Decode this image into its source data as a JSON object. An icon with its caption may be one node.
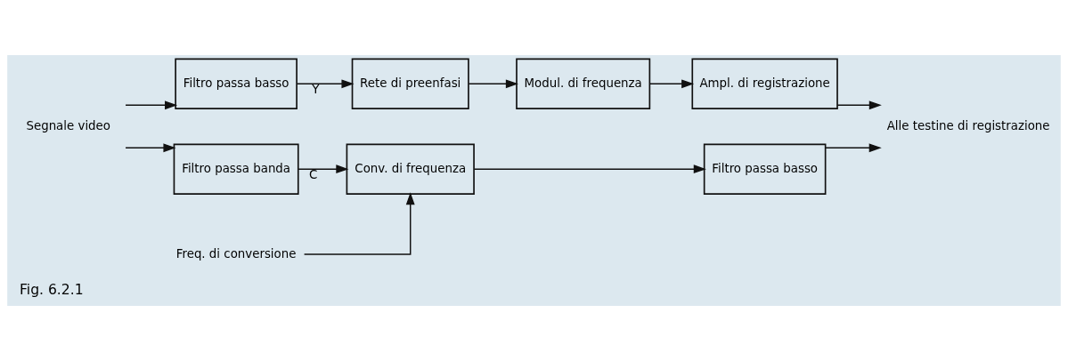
{
  "diagram": {
    "caption": "Fig. 6.2.1",
    "nodes": [
      {
        "text": [
          "Segnale video"
        ]
      },
      {
        "text": [
          "Filtro passa basso"
        ]
      },
      {
        "text": [
          "Rete di preenfasi"
        ]
      },
      {
        "text": [
          "Modul. di frequenza"
        ]
      },
      {
        "text": [
          "Ampl. di registrazione"
        ]
      },
      {
        "text": [
          "Filtro passa banda"
        ]
      },
      {
        "text": [
          "Conv. di frequenza"
        ]
      },
      {
        "text": [
          "Filtro passa basso"
        ]
      },
      {
        "text": [
          "Alle testine di registrazione"
        ]
      },
      {
        "text": [
          "Freq. di conversione"
        ]
      }
    ],
    "edges": [
      {
        "from": 0,
        "to": 1,
        "arrow": "to"
      },
      {
        "from": 0,
        "to": 5,
        "arrow": "to"
      },
      {
        "from": 1,
        "to": 2,
        "arrow": "to",
        "label": "Y"
      },
      {
        "from": 2,
        "to": 3,
        "arrow": "to"
      },
      {
        "from": 3,
        "to": 4,
        "arrow": "to"
      },
      {
        "from": 4,
        "to": 8,
        "arrow": "to"
      },
      {
        "from": 5,
        "to": 6,
        "arrow": "to",
        "label": "C"
      },
      {
        "from": 6,
        "to": 7,
        "arrow": "to"
      },
      {
        "from": 7,
        "to": 8,
        "arrow": "to"
      },
      {
        "from": 9,
        "to": 6,
        "arrow": "to"
      }
    ]
  }
}
